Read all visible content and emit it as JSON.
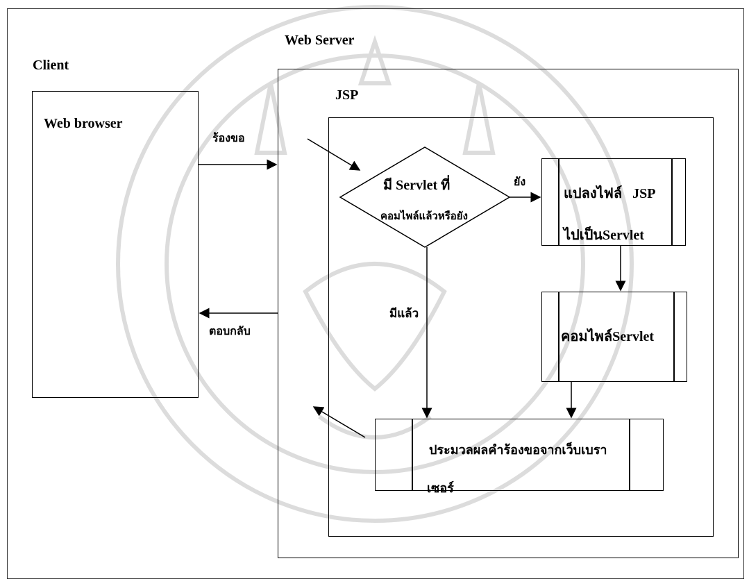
{
  "labels": {
    "client": "Client",
    "web_server": "Web Server",
    "web_browser": "Web browser",
    "jsp": "JSP",
    "request": "ร้องขอ",
    "response": "ตอบกลับ",
    "decision_line1": "มี Servlet ที่",
    "decision_line2": "คอมไพล์แล้วหรือยัง",
    "not_yet": "ยัง",
    "already": "มีแล้ว",
    "convert_line1": "แปลงไฟล์   JSP",
    "convert_line2": "ไปเป็นServlet",
    "compile": "คอมไพล์Servlet",
    "process_line1": "ประมวลผลคำร้องขอจากเว็บเบรา",
    "process_line2": "เซอร์"
  },
  "watermark": {
    "icon": "university-seal-icon"
  }
}
